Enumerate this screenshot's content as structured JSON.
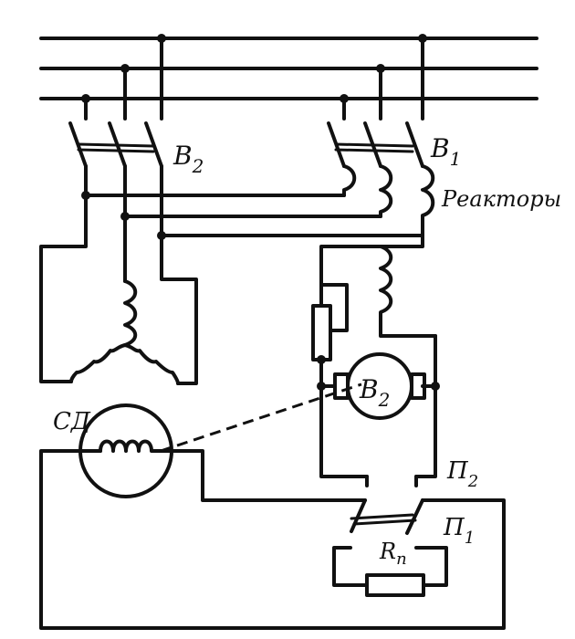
{
  "labels": {
    "switch_b2": "B",
    "switch_b2_sub": "2",
    "switch_b1": "B",
    "switch_b1_sub": "1",
    "reactors": "Реакторы",
    "motor": "СД",
    "exciter": "B",
    "exciter_sub": "2",
    "switch_p2": "П",
    "switch_p2_sub": "2",
    "switch_p1": "П",
    "switch_p1_sub": "1",
    "resistor": "R",
    "resistor_sub": "п"
  }
}
